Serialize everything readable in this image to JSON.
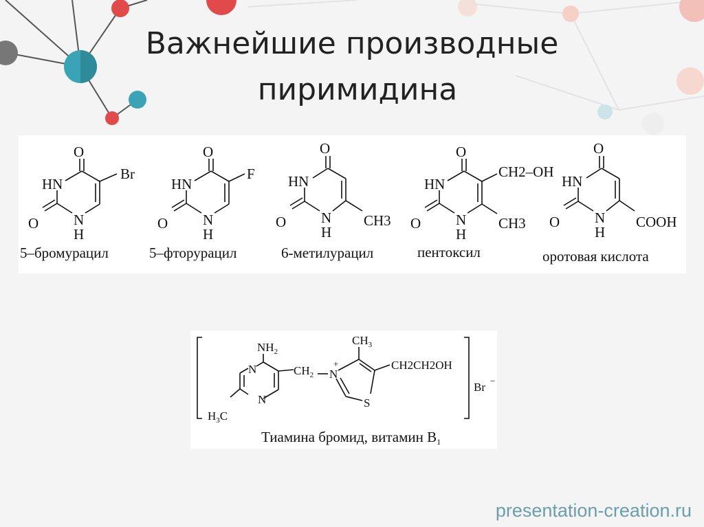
{
  "slide": {
    "title_line1": "Важнейшие производные",
    "title_line2": "пиримидина",
    "watermark": "presentation-creation.ru"
  },
  "molecules": [
    {
      "name": "5–бромурацил",
      "substituent_5": "Br"
    },
    {
      "name": "5–фторурацил",
      "substituent_5": "F"
    },
    {
      "name": "6-метилурацил",
      "substituent_6": "CH3"
    },
    {
      "name": "пентоксил",
      "substituent_5": "CH2–OH",
      "substituent_6": "CH3"
    },
    {
      "name": "оротовая кислота",
      "substituent_6": "COOH"
    }
  ],
  "ring_atoms": {
    "O": "O",
    "HN": "HN",
    "N": "N",
    "H": "H"
  },
  "thiamine": {
    "caption": "Тиамина бромид, витамин B",
    "caption_sub": "1",
    "nh2": "NH",
    "nh2_sub": "2",
    "h3c": "H",
    "h3c_sub": "3",
    "h3c_c": "C",
    "ch2": "CH",
    "ch2_sub": "2",
    "ch3": "CH",
    "ch3_sub": "3",
    "side_chain": "CH2CH2OH",
    "counter_ion": "Br"
  },
  "colors": {
    "blue_node": "#3aa3b6",
    "red_node": "#e14a4a",
    "gray_node": "#777777",
    "watermark": "#6a9eae"
  }
}
